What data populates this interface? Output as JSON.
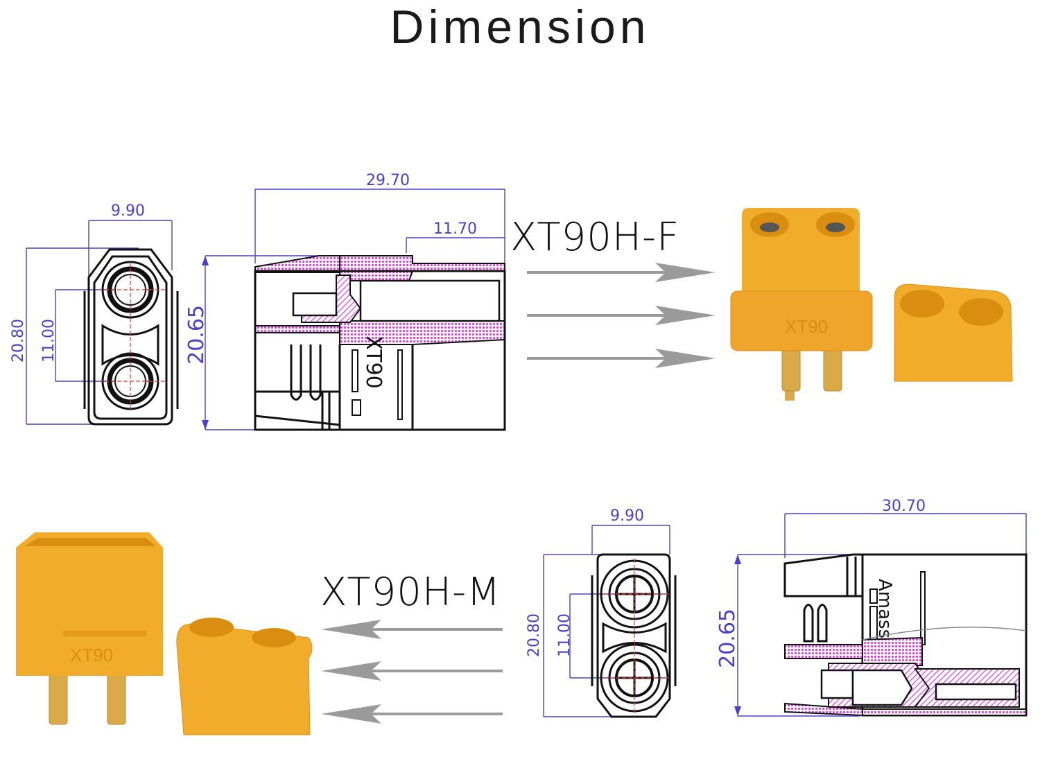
{
  "title": "Dimension",
  "colors": {
    "dimension_line": "#4a3fc8",
    "section_hatch": "#e040e0",
    "outline": "#111111",
    "connector_body": "#f2ac2c",
    "connector_shadow": "#d98e12",
    "pin_gold": "#d9a94a",
    "arrow_gray": "#9a9a9a",
    "center_line": "#e53935"
  },
  "female": {
    "model_label": "XT90H-F",
    "front_view": {
      "width": "9.90",
      "height": "20.80",
      "pin_pitch": "11.00"
    },
    "side_view": {
      "length": "29.70",
      "height": "20.65",
      "contact_depth": "11.70",
      "body_mark": "XT90"
    },
    "photo_mark": "XT90",
    "arrows": 3
  },
  "male": {
    "model_label": "XT90H-M",
    "front_view": {
      "width": "9.90",
      "height": "20.80",
      "pin_pitch": "11.00"
    },
    "side_view": {
      "length": "30.70",
      "height": "20.65",
      "body_mark": "Amass"
    },
    "photo_mark": "XT90",
    "arrows": 3
  }
}
